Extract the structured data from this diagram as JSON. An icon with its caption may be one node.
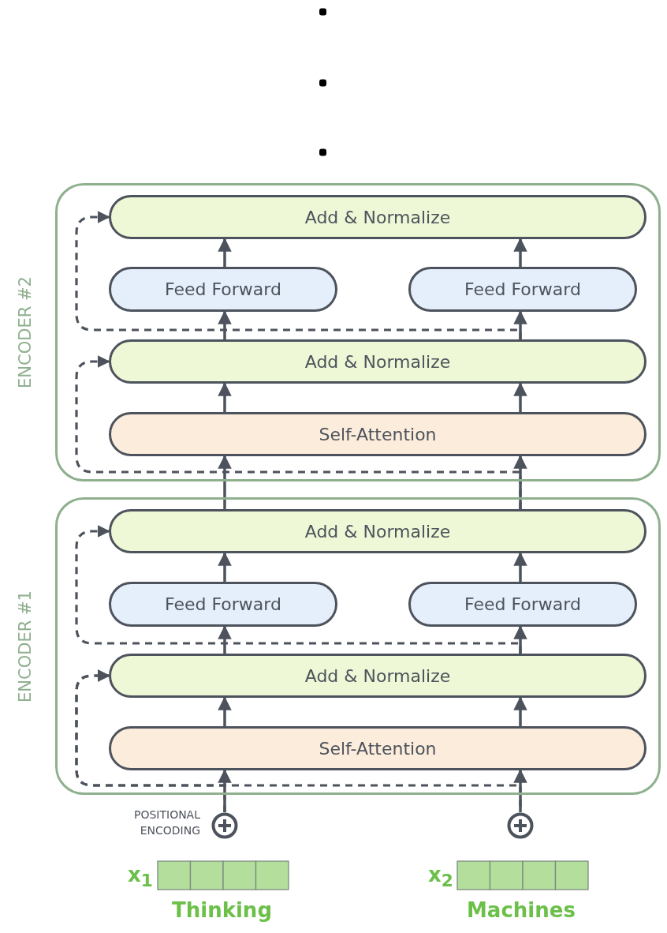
{
  "diagram": {
    "nodes": [
      {
        "text": [
          "ENCODER #2"
        ]
      },
      {
        "text": [
          "Add & Normalize"
        ],
        "in": 0
      },
      {
        "text": [
          "Feed Forward"
        ],
        "in": 0
      },
      {
        "text": [
          "Feed Forward"
        ],
        "in": 0
      },
      {
        "text": [
          "Add & Normalize"
        ],
        "in": 0
      },
      {
        "text": [
          "Self-Attention"
        ],
        "in": 0
      },
      {
        "text": [
          "ENCODER #1"
        ]
      },
      {
        "text": [
          "Add & Normalize"
        ],
        "in": 6
      },
      {
        "text": [
          "Feed Forward"
        ],
        "in": 6
      },
      {
        "text": [
          "Feed Forward"
        ],
        "in": 6
      },
      {
        "text": [
          "Add & Normalize"
        ],
        "in": 6
      },
      {
        "text": [
          "Self-Attention"
        ],
        "in": 6
      },
      {
        "text": [],
        "shape": "circle"
      },
      {
        "text": [],
        "shape": "circle"
      }
    ],
    "edges": [
      {
        "from": 12,
        "to": 11,
        "arrow": "to"
      },
      {
        "from": 13,
        "to": 11,
        "arrow": "to"
      },
      {
        "from": 11,
        "to": 10,
        "arrow": "to"
      },
      {
        "from": 11,
        "to": 10,
        "arrow": "to"
      },
      {
        "from": 10,
        "to": 8,
        "arrow": "to"
      },
      {
        "from": 10,
        "to": 9,
        "arrow": "to"
      },
      {
        "from": 8,
        "to": 7,
        "arrow": "to"
      },
      {
        "from": 9,
        "to": 7,
        "arrow": "to"
      },
      {
        "from": 7,
        "to": 5,
        "arrow": "to"
      },
      {
        "from": 7,
        "to": 5,
        "arrow": "to"
      },
      {
        "from": 5,
        "to": 4,
        "arrow": "to"
      },
      {
        "from": 5,
        "to": 4,
        "arrow": "to"
      },
      {
        "from": 4,
        "to": 2,
        "arrow": "to"
      },
      {
        "from": 4,
        "to": 3,
        "arrow": "to"
      },
      {
        "from": 2,
        "to": 1,
        "arrow": "to"
      },
      {
        "from": 3,
        "to": 1,
        "arrow": "to"
      },
      {
        "from": 12,
        "to": 10,
        "arrow": "to",
        "style": "dashed"
      },
      {
        "from": 13,
        "to": 10,
        "arrow": "to",
        "style": "dashed"
      },
      {
        "from": 10,
        "to": 7,
        "arrow": "to",
        "style": "dashed"
      },
      {
        "from": 7,
        "to": 4,
        "arrow": "to",
        "style": "dashed"
      },
      {
        "from": 4,
        "to": 1,
        "arrow": "to",
        "style": "dashed"
      }
    ],
    "labels": [
      "POSITIONAL ENCODING",
      "x$_{1}$",
      "Thinking",
      "x$_{2}$",
      "Machines"
    ]
  }
}
